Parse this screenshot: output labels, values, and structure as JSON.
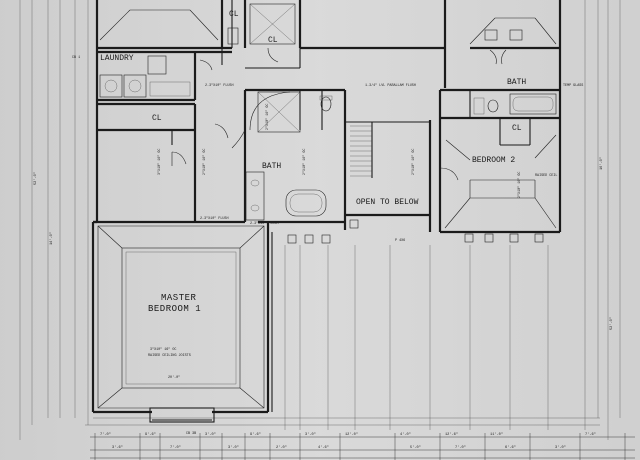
{
  "rooms": {
    "laundry": "LAUNDRY",
    "cl_top_left": "CL",
    "cl_top_center": "CL",
    "bath_top_right": "BATH",
    "cl_left": "CL",
    "bath_center": "BATH",
    "bedroom_right": "BEDROOM 2",
    "cl_right": "CL",
    "open_to_below": "OPEN TO BELOW",
    "master_line1": "MASTER",
    "master_line2": "BEDROOM 1"
  },
  "notes": {
    "raised_ceiling_value": "3\"X10\" 16\" OC",
    "raised_ceiling_label": "RAISED CEILING JOISTS",
    "master_width": "20'-0\"",
    "flush_laundry": "2-3\"X10\" FLUSH",
    "flush_bath": "2-3\"X10\" FLUSH",
    "flush_left": "2-3\"X10\" FLUSH",
    "parallam": "1-3/4\" LVL PARALLAM FLUSH",
    "ceiling_beam_1": "CB 1",
    "ceiling_beam_2": "CB 3B",
    "temp_glass": "TEMP GLASS",
    "raised_ceiling_bed2": "RAISED CEIL",
    "support": "P 4X6"
  },
  "dimensions": {
    "bottom_row1": [
      "7'-0\"",
      "9'-6\"",
      "3'-0\"",
      "9'-6\"",
      "3'-0\"",
      "12'-0\"",
      "4'-0\"",
      "12'-6\"",
      "11'-0\"",
      "7'-6\""
    ],
    "bottom_row2": [
      "3'-6\"",
      "7'-0\"",
      "3'-0\"",
      "2'-0\"",
      "4'-6\"",
      "5'-0\"",
      "7'-0\"",
      "6'-6\"",
      "3'-0\""
    ],
    "left_overall": "52'-0\"",
    "left_mid": "14'-0\"",
    "right_overall": "52'-0\"",
    "right_mid": "16'-0\""
  }
}
